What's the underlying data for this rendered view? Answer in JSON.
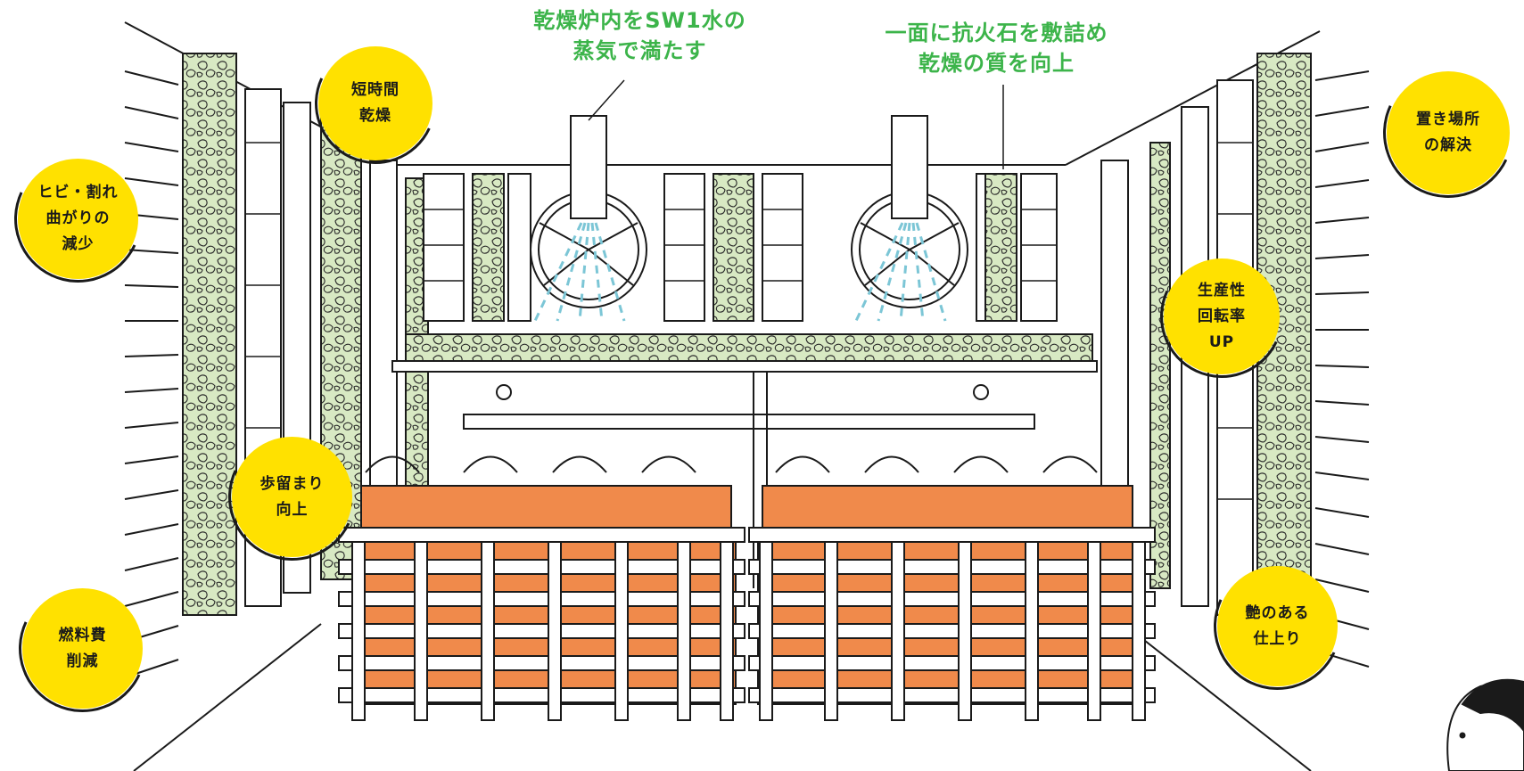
{
  "callouts": {
    "steam": {
      "line1": "乾燥炉内をSW1水の",
      "line2": "蒸気で満たす"
    },
    "stones": {
      "line1": "一面に抗火石を敷詰め",
      "line2": "乾燥の質を向上"
    }
  },
  "badges": {
    "short_time": {
      "line1": "短時間",
      "line2": "乾燥"
    },
    "crack": {
      "line1": "ヒビ・割れ",
      "line2": "曲がりの",
      "line3": "減少"
    },
    "yield": {
      "line1": "歩留まり",
      "line2": "向上"
    },
    "fuel": {
      "line1": "燃料費",
      "line2": "削減"
    },
    "storage": {
      "line1": "置き場所",
      "line2": "の解決"
    },
    "productivity": {
      "line1": "生産性",
      "line2": "回転率",
      "line3": "UP"
    },
    "gloss": {
      "line1": "艶のある",
      "line2": "仕上り"
    }
  },
  "colors": {
    "badge_yellow": "#ffe100",
    "callout_green": "#3cb44a",
    "stone_green": "#cfe3b4",
    "lumber_orange": "#f08a4b",
    "steam_blue": "#7cc6d6",
    "line": "#1a1a1a"
  }
}
